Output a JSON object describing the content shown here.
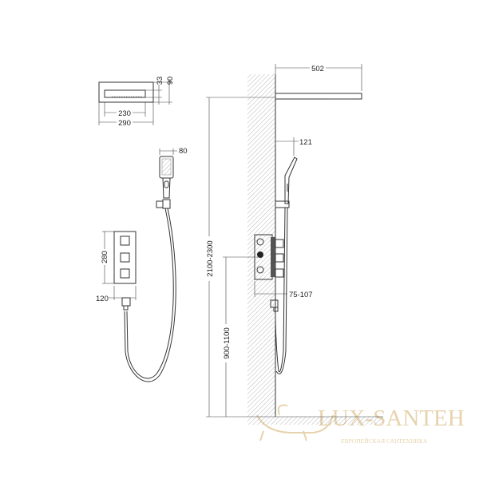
{
  "dimensions": {
    "rain_inner_width": "230",
    "rain_outer_width": "290",
    "rain_slot_height": "33",
    "rain_height": "90",
    "hand_shower_width": "80",
    "mixer_height": "280",
    "mixer_width": "120",
    "arm_length": "502",
    "hand_shower_projection": "121",
    "mounting_depth": "75-107",
    "arm_height": "2100-2300",
    "mixer_height_from_floor": "900-1100"
  },
  "watermark": {
    "brand": "LUX-SANTEH",
    "tagline": "ЕВРОПЕЙСКАЯ САНТЕХНИКА"
  },
  "colors": {
    "line": "#333333",
    "watermark": "#e7d3ad"
  }
}
